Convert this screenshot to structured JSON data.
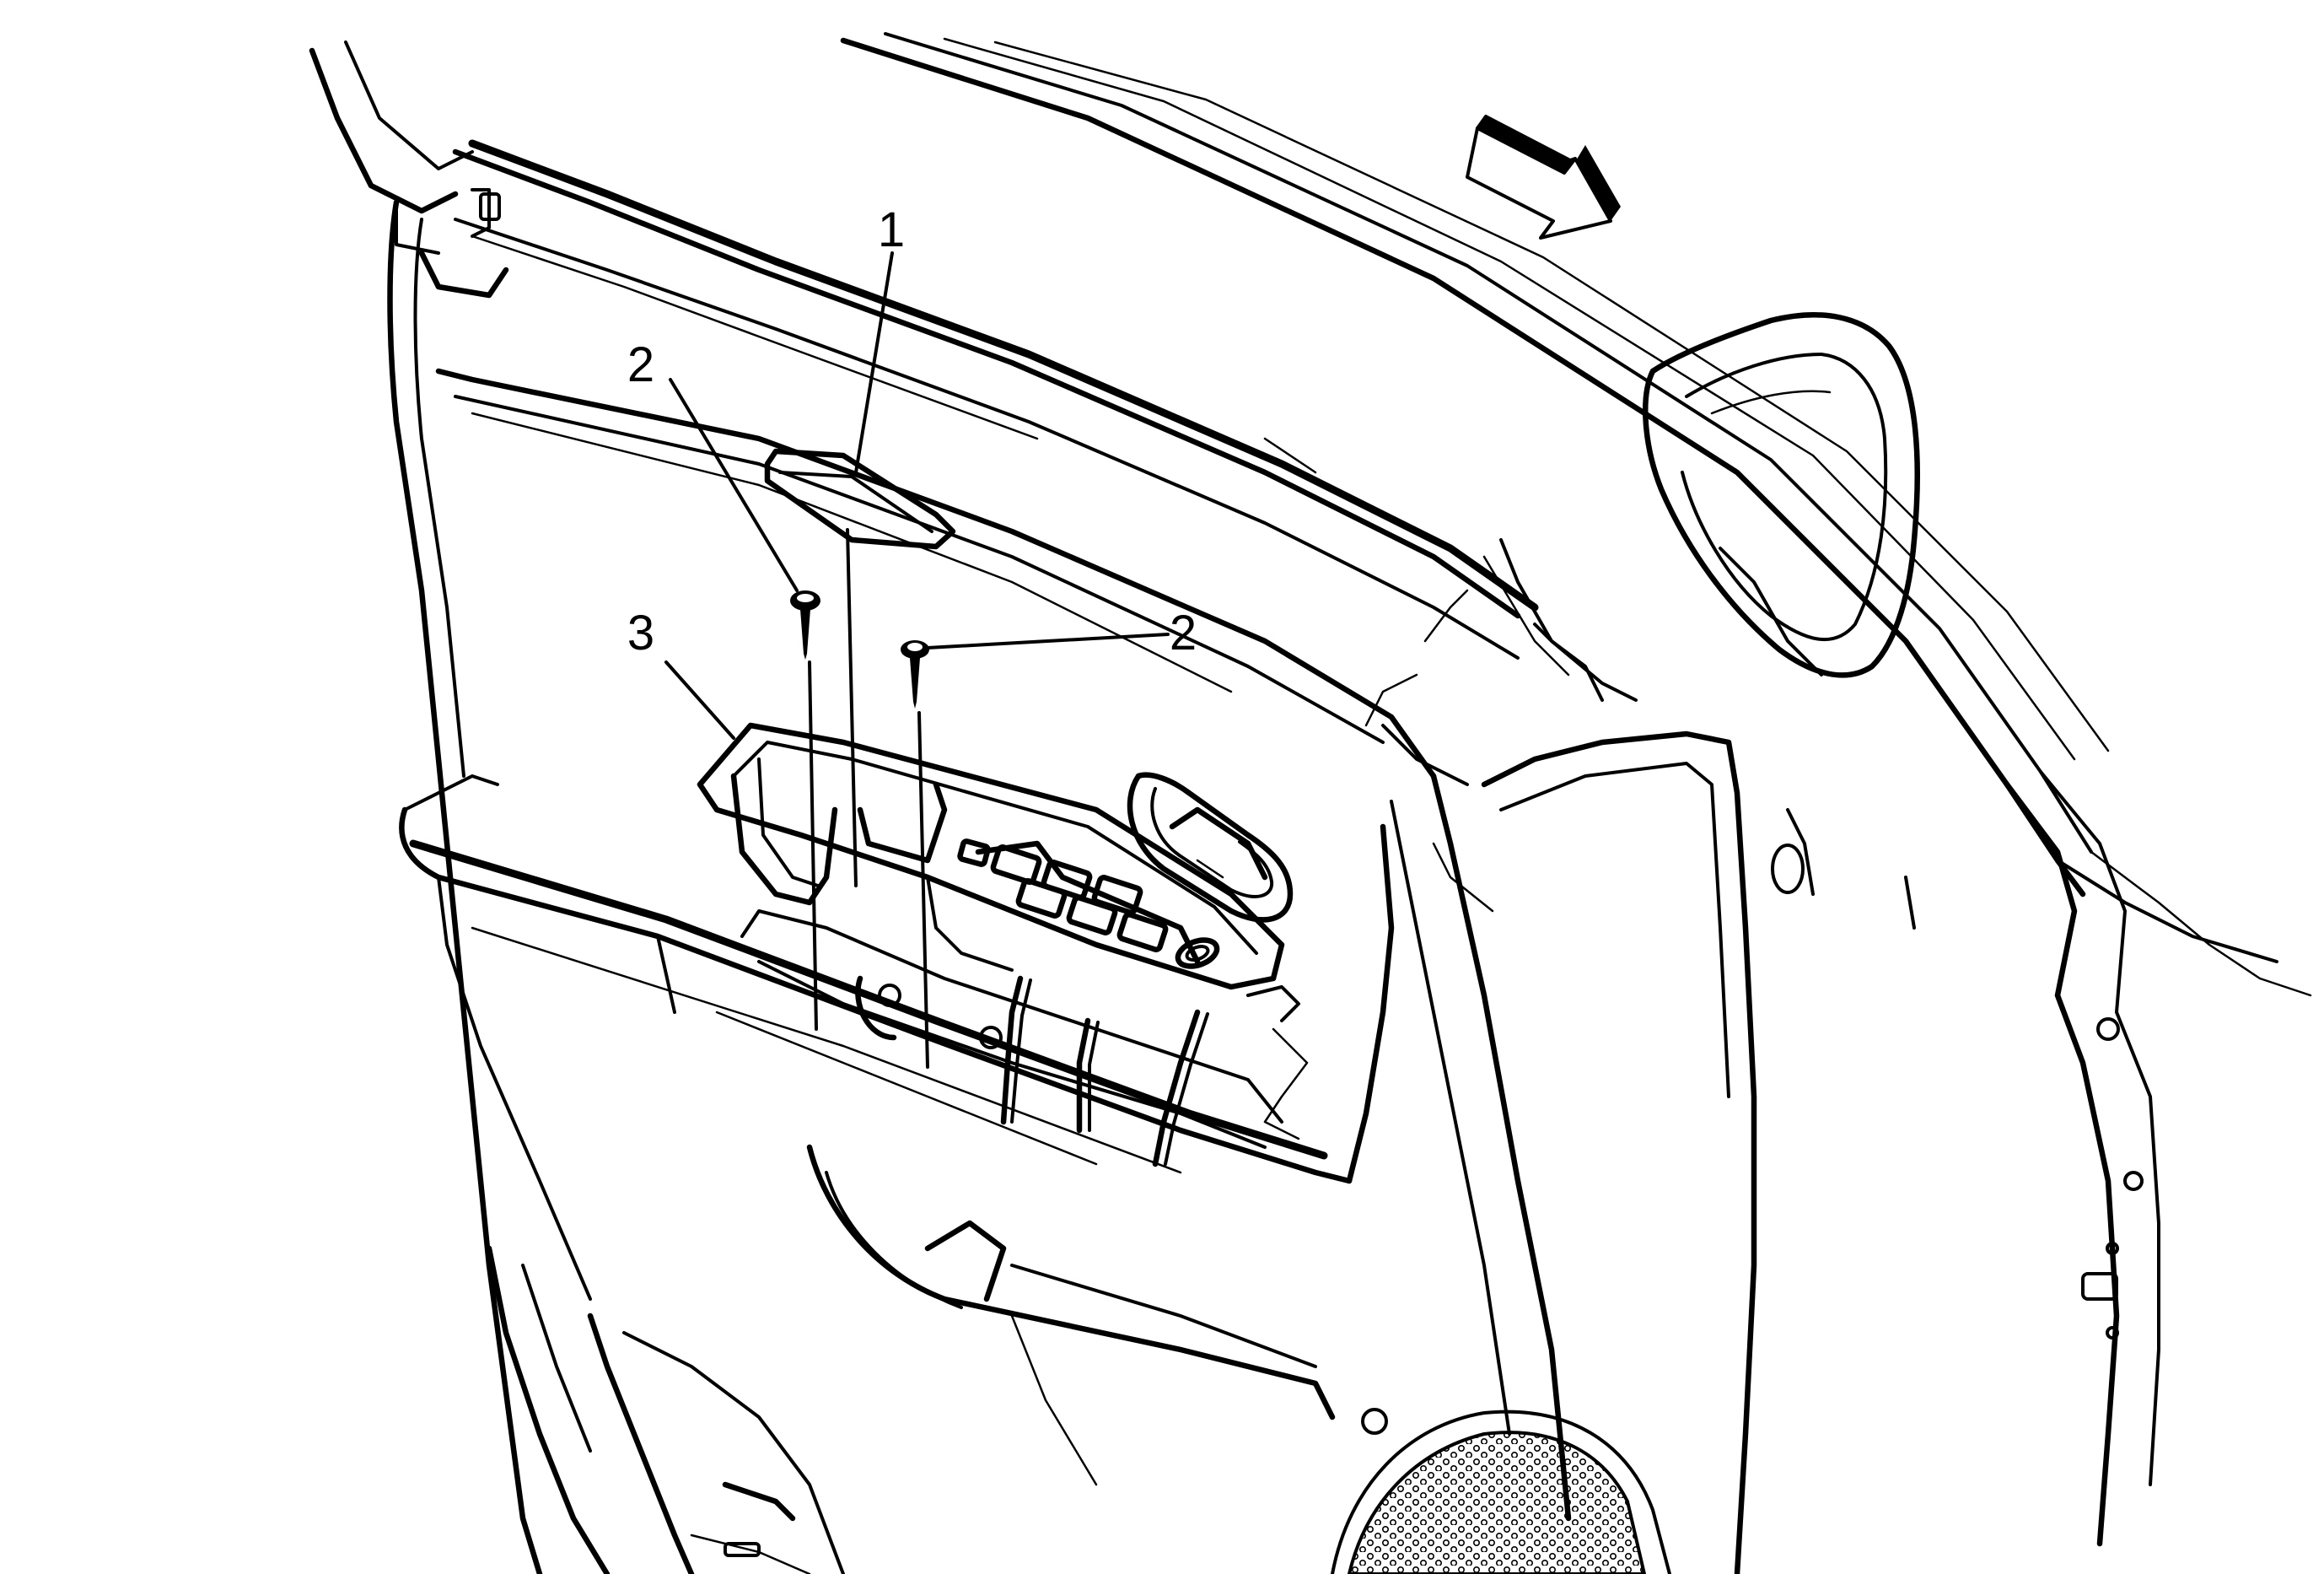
{
  "figure": {
    "callouts": [
      {
        "id": "callout-1",
        "label": "1",
        "part": "trim-strip"
      },
      {
        "id": "callout-2a",
        "label": "2",
        "part": "screw"
      },
      {
        "id": "callout-2b",
        "label": "2",
        "part": "screw"
      },
      {
        "id": "callout-3",
        "label": "3",
        "part": "switch-bezel"
      }
    ],
    "arrow": {
      "icon": "front-direction-arrow-icon"
    },
    "colors": {
      "line": "#000000",
      "background": "#ffffff"
    }
  }
}
